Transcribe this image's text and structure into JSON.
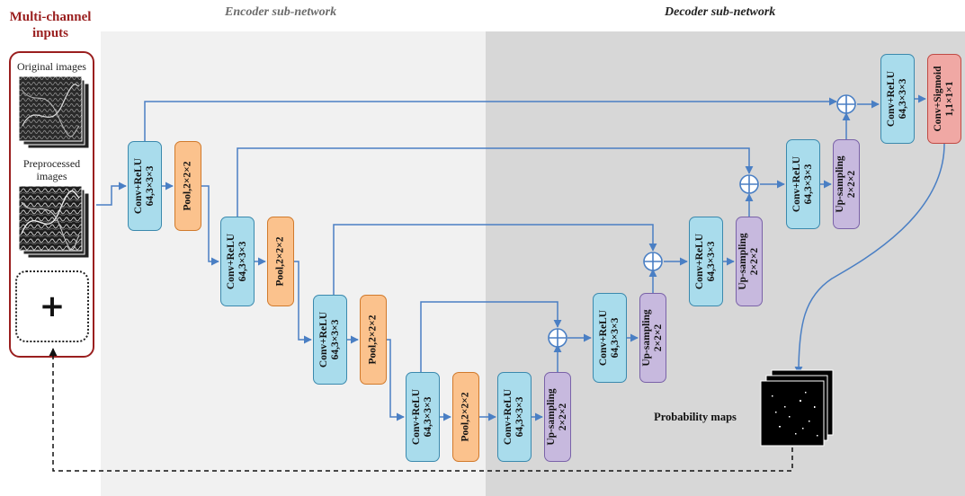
{
  "sections": {
    "encoder_title": "Encoder sub-network",
    "decoder_title": "Decoder sub-network"
  },
  "inputs": {
    "title": "Multi-channel inputs",
    "original_label": "Original images",
    "preprocessed_label": "Preprocessed images",
    "plus": "+"
  },
  "blocks": {
    "conv1": "Conv+ReLU\n64,3×3×3",
    "pool1": "Pool,2×2×2",
    "conv2": "Conv+ReLU\n64,3×3×3",
    "pool2": "Pool,2×2×2",
    "conv3": "Conv+ReLU\n64,3×3×3",
    "pool3": "Pool,2×2×2",
    "conv4": "Conv+ReLU\n64,3×3×3",
    "pool4": "Pool,2×2×2",
    "conv5": "Conv+ReLU\n64,3×3×3",
    "up1": "Up-sampling\n2×2×2",
    "conv6": "Conv+ReLU\n64,3×3×3",
    "up2": "Up-sampling\n2×2×2",
    "conv7": "Conv+ReLU\n64,3×3×3",
    "up3": "Up-sampling\n2×2×2",
    "conv8": "Conv+ReLU\n64,3×3×3",
    "up4": "Up-sampling\n2×2×2",
    "conv9": "Conv+ReLU\n64,3×3×3",
    "sigmoid": "Conv+Sigmoid\n1,1×1×1"
  },
  "output": {
    "label": "Probability maps"
  },
  "colors": {
    "conv": "#a9dcec",
    "pool": "#fbc28d",
    "upsampling": "#c7b9de",
    "sigmoid": "#f0a8a4",
    "arrow": "#4a7fc4",
    "inputs_border": "#9a1f1f"
  }
}
